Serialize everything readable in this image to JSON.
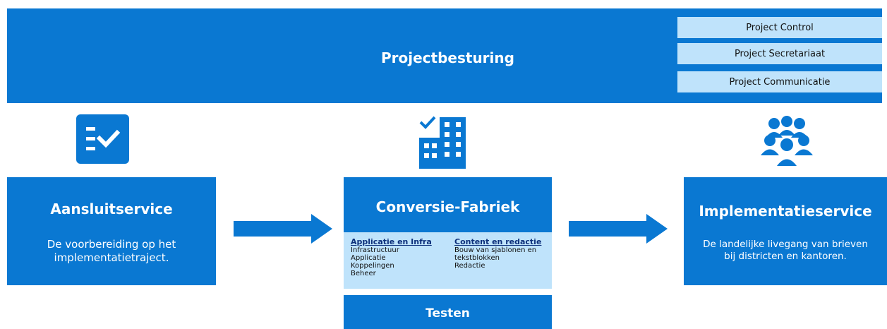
{
  "banner": {
    "title": "Projectbesturing",
    "controls": [
      "Project Control",
      "Project Secretariaat",
      "Project Communicatie"
    ]
  },
  "aansluitservice": {
    "title": "Aansluitservice",
    "description_lines": [
      "De voorbereiding op het",
      "implementatietraject."
    ]
  },
  "conversie": {
    "title": "Conversie-Fabriek",
    "columns": [
      {
        "heading": "Applicatie en Infra",
        "items": [
          "Infrastructuur",
          "Applicatie",
          "Koppelingen",
          "Beheer"
        ]
      },
      {
        "heading": "Content en redactie",
        "items": [
          "Bouw van sjablonen en",
          "tekstblokken",
          "Redactie"
        ]
      }
    ],
    "testen": "Testen"
  },
  "implementatieservice": {
    "title": "Implementatieservice",
    "description_lines": [
      "De landelijke livegang van brieven",
      "bij districten en kantoren."
    ]
  },
  "icons": {
    "aansluitservice": "checklist-icon",
    "conversie": "building-check-icon",
    "implementatieservice": "people-group-icon",
    "arrow": "arrow-right-icon"
  },
  "colors": {
    "primary": "#0a78d2",
    "light": "#bfe3fb",
    "heading": "#0c2f7a"
  }
}
